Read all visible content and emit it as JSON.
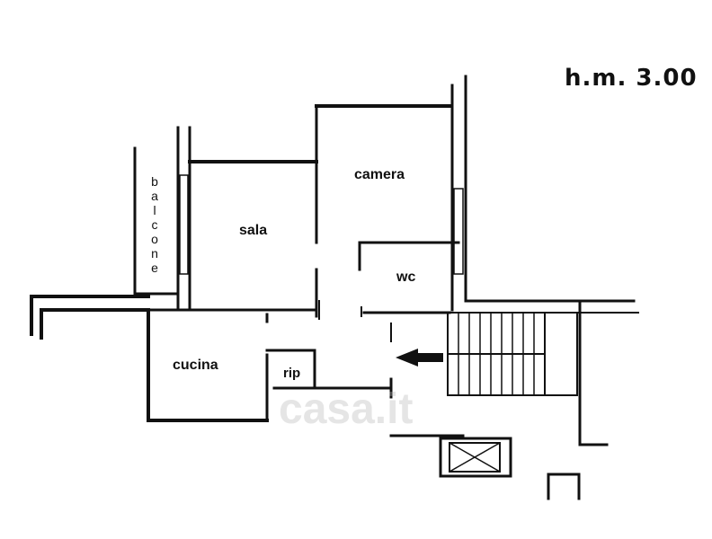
{
  "height_note": "h.m. 3.00",
  "rooms": {
    "camera": "camera",
    "sala": "sala",
    "wc": "wc",
    "cucina": "cucina",
    "rip": "rip",
    "balcone": "balcone"
  },
  "watermark": "casa.it",
  "colors": {
    "wall": "#111111",
    "background": "#ffffff",
    "watermark": "#b4b4b4"
  }
}
